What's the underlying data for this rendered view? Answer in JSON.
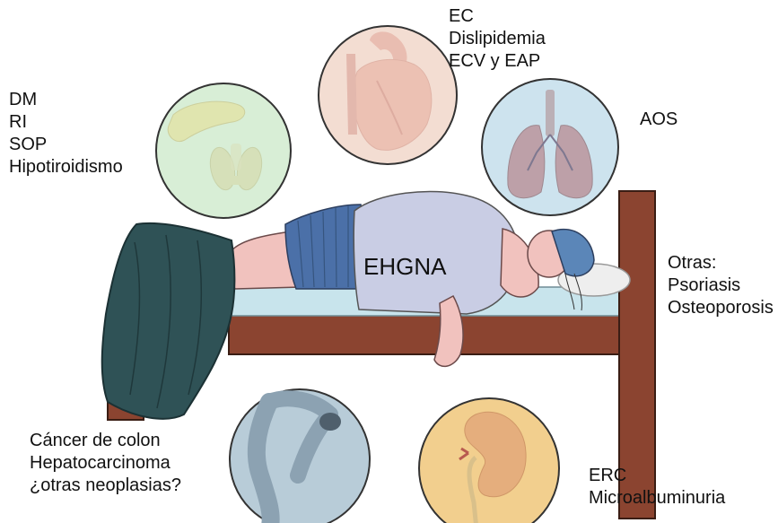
{
  "labels": {
    "cardio": [
      "EC",
      "Dislipidemia",
      "ECV y EAP"
    ],
    "metabolic": [
      "DM",
      "RI",
      "SOP",
      "Hipotiroidismo"
    ],
    "respiratory": [
      "AOS"
    ],
    "other": [
      "Otras:",
      "Psoriasis",
      "Osteoporosis"
    ],
    "center": "EHGNA",
    "oncology": [
      "Cáncer de colon",
      "Hepatocarcinoma",
      "¿otras neoplasias?"
    ],
    "renal": [
      "ERC",
      "Microalbuminuria"
    ]
  },
  "icons": [
    "pancreas-icon",
    "thyroid-icon",
    "heart-icon",
    "lungs-icon",
    "colon-icon",
    "kidney-icon",
    "bed-icon",
    "patient-icon"
  ],
  "colors": {
    "metabolic_circle": "#d8eed6",
    "cardio_circle": "#f3ddd2",
    "respiratory_circle": "#cde3ee",
    "oncology_circle": "#b8ccd8",
    "renal_circle": "#f2cf8e",
    "bed_wood": "#8b4430",
    "blanket": "#2f5256",
    "mattress": "#c8e4ec",
    "shirt": "#c9cde4",
    "shorts": "#4b70a8",
    "skin": "#f1c2be",
    "cap": "#5b86b8"
  }
}
